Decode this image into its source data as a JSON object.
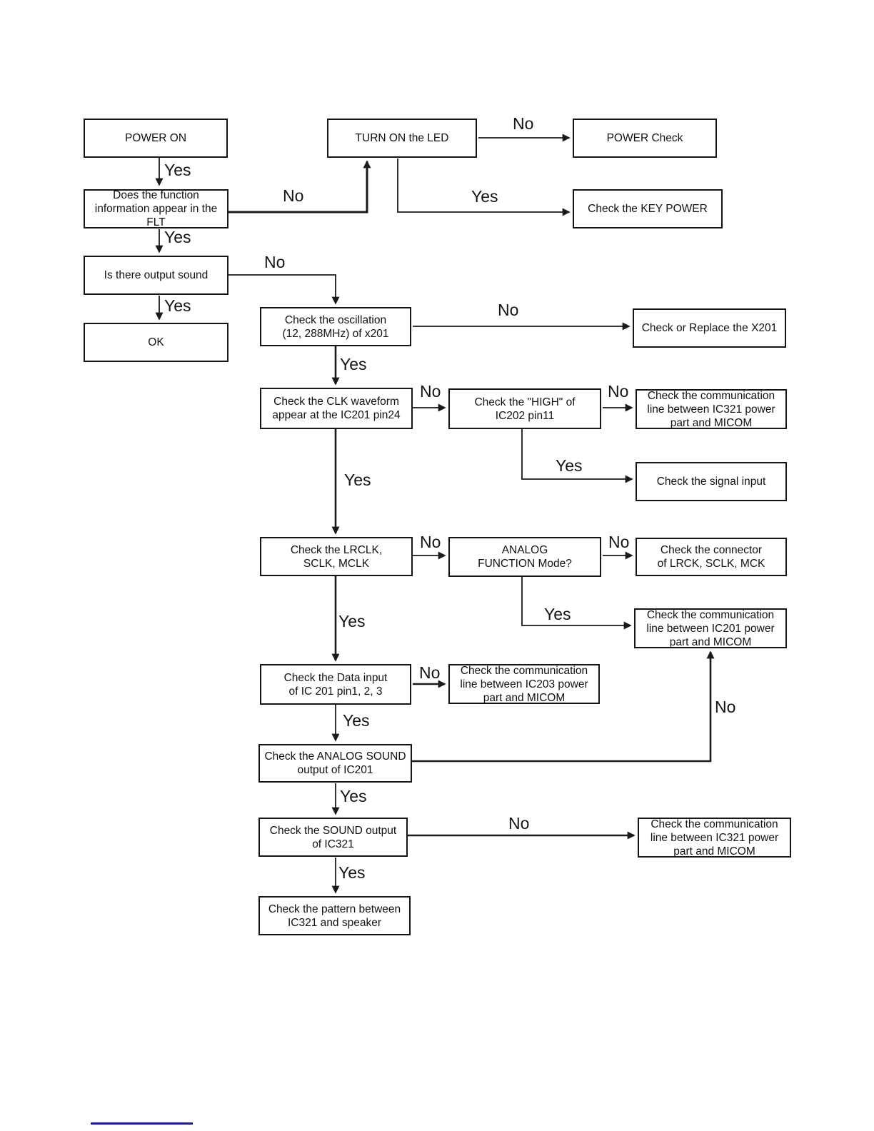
{
  "diagram": {
    "colors": {
      "line": "#1a1a1a",
      "box_border": "#151515",
      "footer_underline": "#1b1b86"
    },
    "nodes": [
      {
        "id": "power-on",
        "label": "POWER ON"
      },
      {
        "id": "turn-on-led",
        "label": "TURN ON the LED"
      },
      {
        "id": "power-check",
        "label": "POWER Check"
      },
      {
        "id": "function-flt",
        "label": "Does the function\ninformation appear in the FLT"
      },
      {
        "id": "key-power",
        "label": "Check the KEY POWER"
      },
      {
        "id": "output-sound",
        "label": "Is there output sound"
      },
      {
        "id": "ok",
        "label": "OK"
      },
      {
        "id": "oscillation",
        "label": "Check the oscillation\n(12, 288MHz) of x201"
      },
      {
        "id": "replace-x201",
        "label": "Check or Replace the X201"
      },
      {
        "id": "clk-waveform",
        "label": "Check the CLK waveform\nappear at the IC201 pin24"
      },
      {
        "id": "high-ic202",
        "label": "Check the \"HIGH\" of\nIC202 pin11"
      },
      {
        "id": "comm-ic321-top",
        "label": "Check the communication\nline between IC321 power\npart and MICOM"
      },
      {
        "id": "signal-input",
        "label": "Check the signal input"
      },
      {
        "id": "lrclk",
        "label": "Check the LRCLK,\nSCLK, MCLK"
      },
      {
        "id": "analog-function",
        "label": "ANALOG\nFUNCTION Mode?"
      },
      {
        "id": "connector-lrck",
        "label": "Check the connector\nof LRCK, SCLK, MCK"
      },
      {
        "id": "comm-ic201",
        "label": "Check the communication\nline between IC201 power\npart and MICOM"
      },
      {
        "id": "data-input",
        "label": "Check the Data input\nof IC 201 pin1, 2, 3"
      },
      {
        "id": "comm-ic203",
        "label": "Check the communication\nline between IC203 power\npart and MICOM"
      },
      {
        "id": "analog-sound",
        "label": "Check the ANALOG SOUND\noutput of IC201"
      },
      {
        "id": "sound-output",
        "label": "Check the SOUND output\nof IC321"
      },
      {
        "id": "pattern-speaker",
        "label": "Check the pattern between\nIC321 and speaker"
      },
      {
        "id": "comm-ic321-bottom",
        "label": "Check the communication\nline between IC321 power\npart and MICOM"
      }
    ],
    "labels": [
      "Yes",
      "No",
      "No",
      "Yes",
      "Yes",
      "No",
      "Yes",
      "No",
      "Yes",
      "No",
      "No",
      "Yes",
      "Yes",
      "No",
      "No",
      "Yes",
      "Yes",
      "No",
      "Yes",
      "No",
      "Yes",
      "No",
      "Yes"
    ]
  }
}
